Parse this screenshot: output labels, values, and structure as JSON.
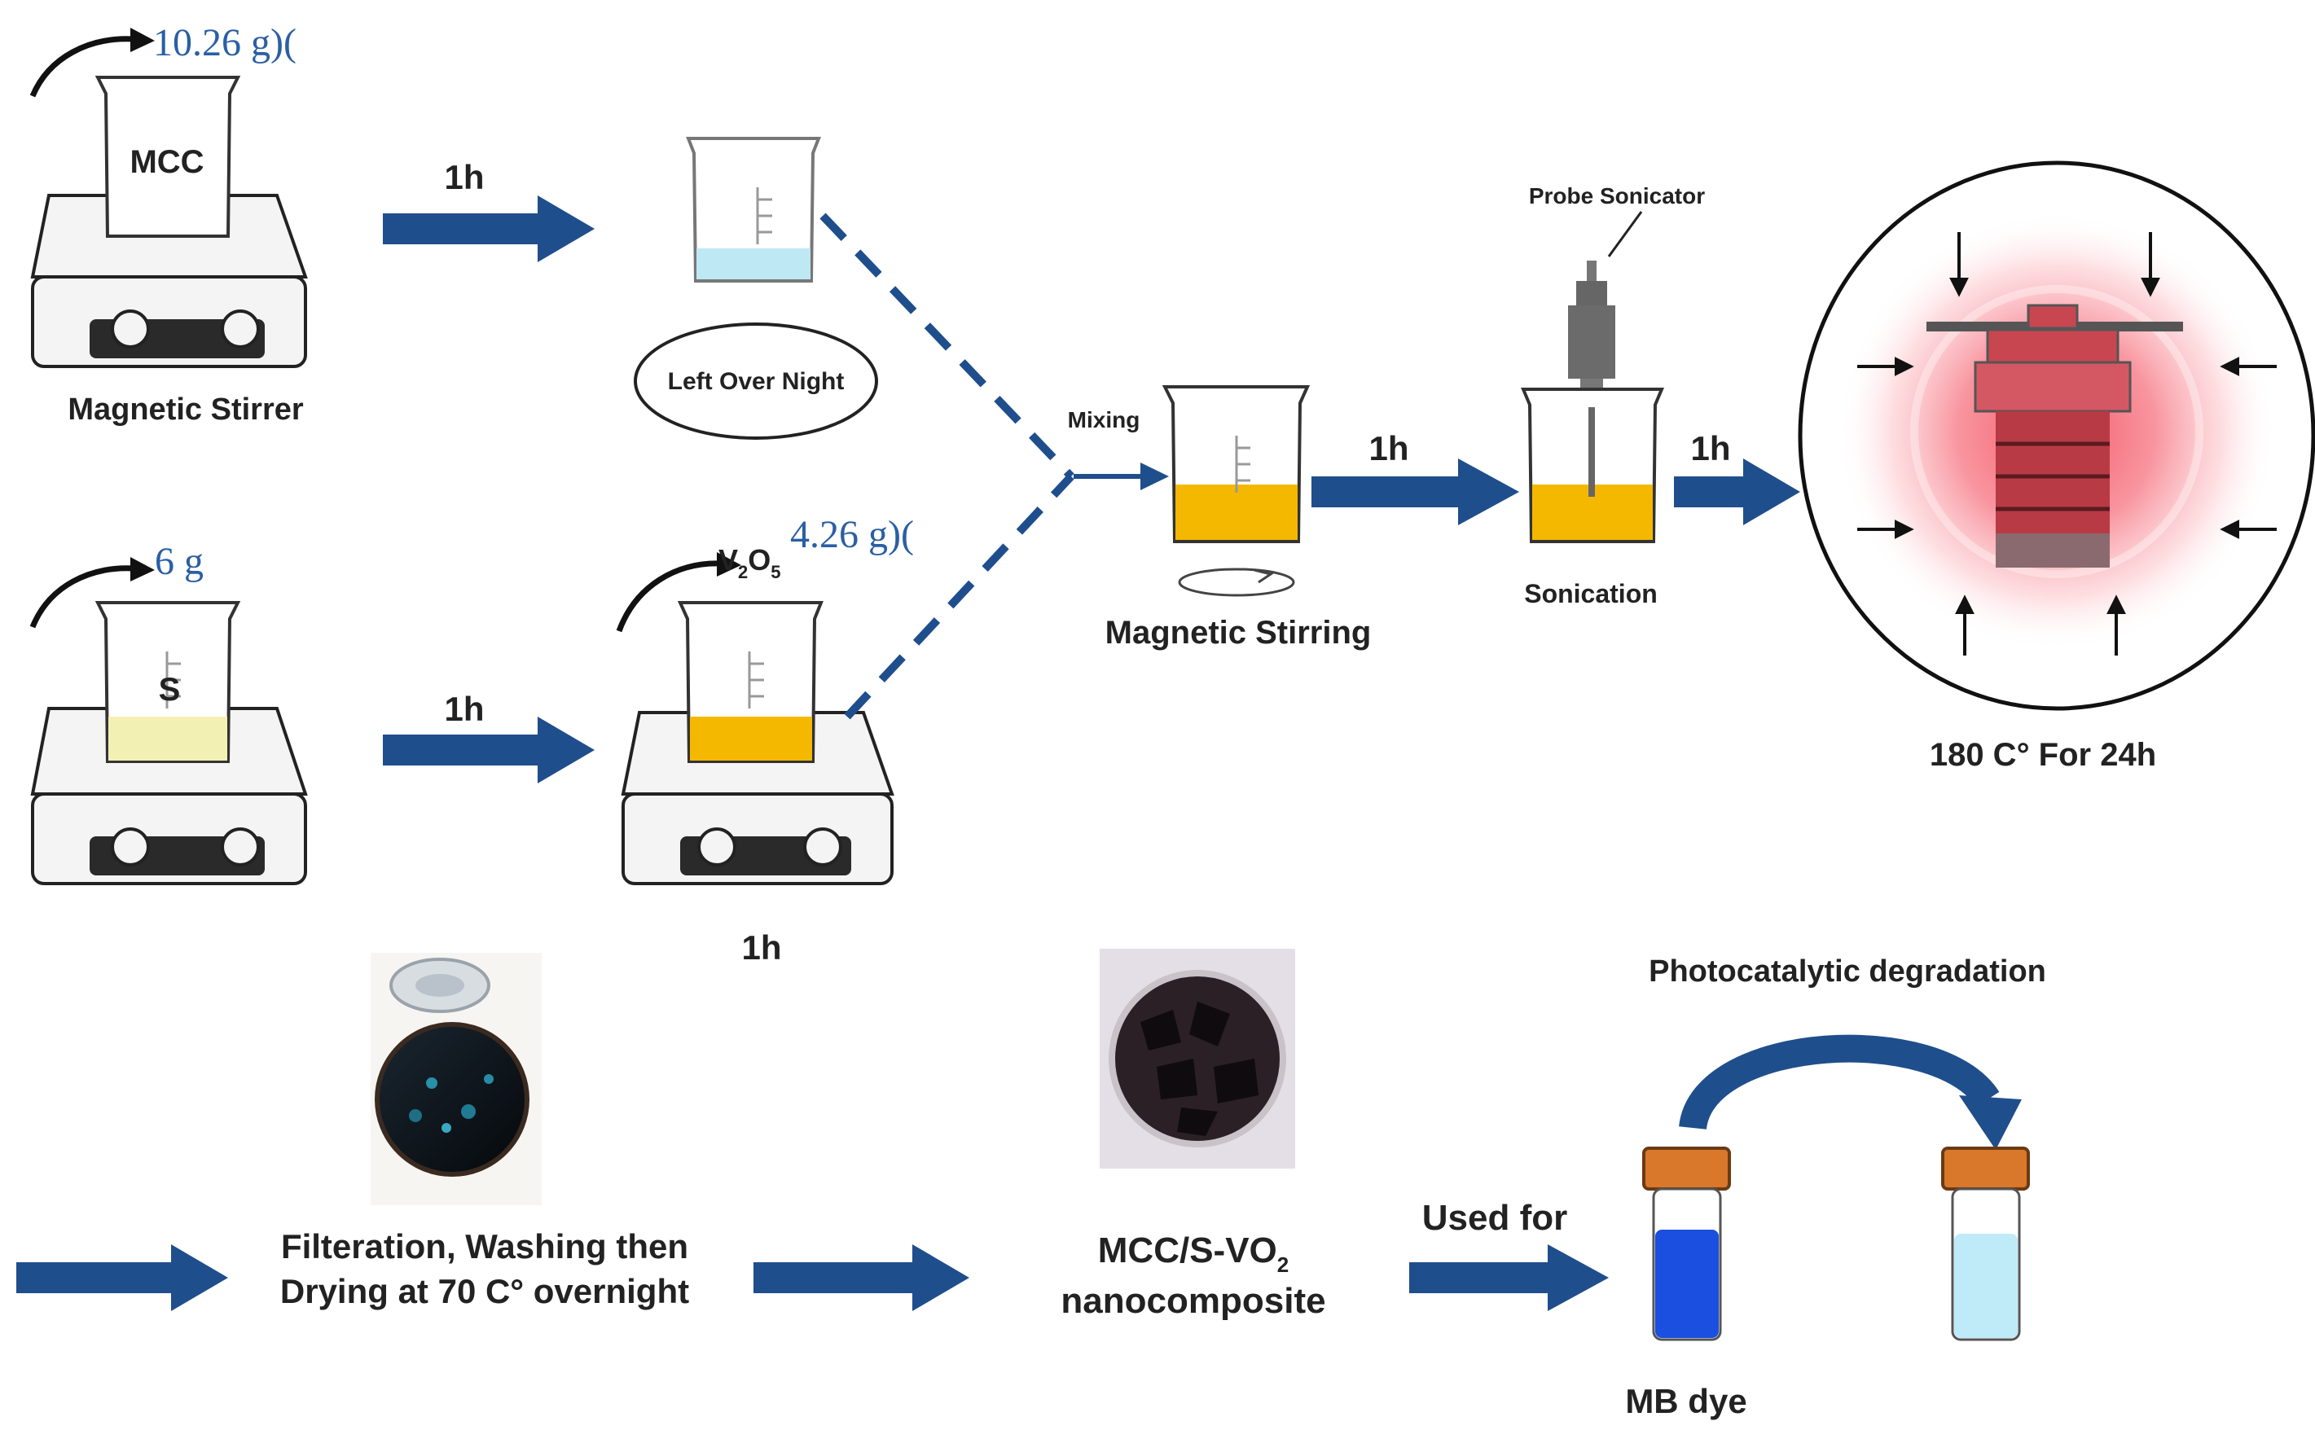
{
  "colors": {
    "arrow": "#1f4e8c",
    "dash": "#1f4e8c",
    "quantity": "#2a5fa3",
    "yellow_solution": "#f5b800",
    "pale_yellow": "#f3f0b4",
    "light_blue": "#bfe8f5",
    "mb_blue": "#1a4fe0",
    "mb_degraded": "#bfeaf8",
    "cap": "#d9782a",
    "autoclave": "#c8464f"
  },
  "icons": [
    "magnetic-stirrer-icon",
    "beaker-icon",
    "probe-sonicator-icon",
    "autoclave-icon",
    "vial-icon",
    "petri-dish-icon",
    "rotation-arrow-icon"
  ],
  "step1": {
    "quantity": "10.26 g)(",
    "beaker_label": "MCC",
    "device_label": "Magnetic Stirrer",
    "time": "1h",
    "note": "Left Over Night"
  },
  "step2": {
    "quantity": "6 g",
    "beaker_label": "S",
    "time": "1h",
    "reagent_main": "V",
    "reagent_sub1": "2",
    "reagent_mid": "O",
    "reagent_sub2": "5",
    "reagent_quantity": "4.26 g)(",
    "time_below": "1h"
  },
  "mixing": {
    "label": "Mixing",
    "caption": "Magnetic Stirring",
    "time": "1h"
  },
  "sonication": {
    "probe_label": "Probe Sonicator",
    "caption": "Sonication",
    "time": "1h"
  },
  "autoclave": {
    "caption": "180 C° For 24h"
  },
  "bottom": {
    "filtration_line1": "Filteration, Washing then",
    "filtration_line2": "Drying at 70 C° overnight",
    "product_line1": "MCC/S-VO",
    "product_sub": "2",
    "product_line2": "nanocomposite",
    "used_for": "Used for",
    "photocatalysis": "Photocatalytic degradation",
    "dye": "MB dye"
  }
}
